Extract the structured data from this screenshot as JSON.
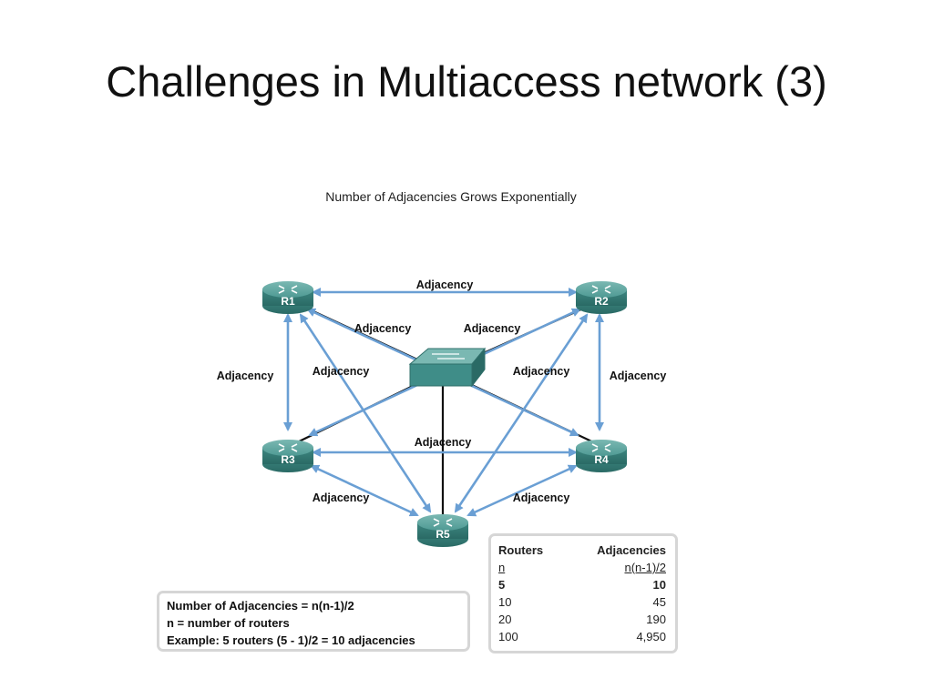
{
  "slide": {
    "title": "Challenges in Multiaccess network (3)"
  },
  "diagram": {
    "title": "Number of Adjacencies Grows Exponentially",
    "routers": [
      "R1",
      "R2",
      "R3",
      "R4",
      "R5"
    ],
    "edge_label": "Adjacency",
    "switch_icon": "switch-icon",
    "router_icon": "router-icon",
    "colors": {
      "link": "#111111",
      "adjacency": "#6a9fd4",
      "device": "#3f8d88"
    }
  },
  "formula": {
    "line1": "Number of Adjacencies = n(n-1)/2",
    "line2": "n = number of routers",
    "line3": "Example: 5 routers (5 - 1)/2 = 10 adjacencies"
  },
  "table": {
    "headers": [
      "Routers",
      "Adjacencies"
    ],
    "formula_row": [
      "n",
      "n(n-1)/2"
    ],
    "rows": [
      [
        "5",
        "10"
      ],
      [
        "10",
        "45"
      ],
      [
        "20",
        "190"
      ],
      [
        "100",
        "4,950"
      ]
    ]
  }
}
